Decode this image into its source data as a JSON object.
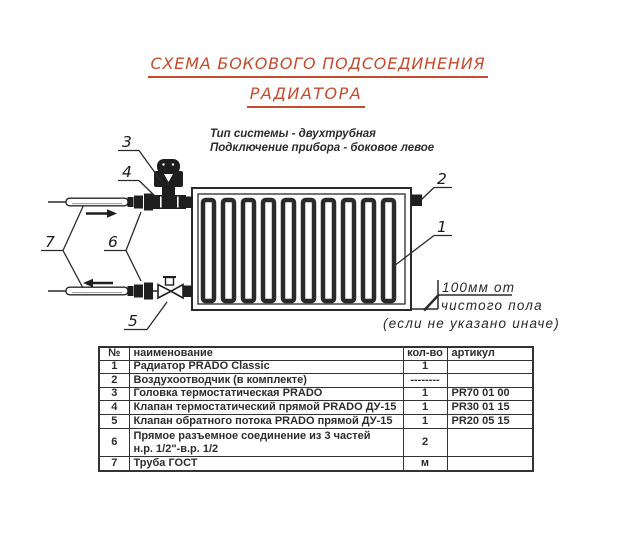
{
  "title": {
    "line1": "СХЕМА БОКОВОГО ПОДСОЕДИНЕНИЯ",
    "line2": "РАДИАТОРА",
    "color": "#c64a2c"
  },
  "subtitle": {
    "line1": "Тип системы - двухтрубная",
    "line2": "Подключение прибора - боковое левое"
  },
  "diagram": {
    "callouts": {
      "c1": "1",
      "c2": "2",
      "c3": "3",
      "c4": "4",
      "c5": "5",
      "c6": "6",
      "c7": "7"
    },
    "floor_note": {
      "line1": "100мм от",
      "line2": "чистого пола",
      "line3": "(если не указано иначе)"
    }
  },
  "table": {
    "headers": {
      "num": "№",
      "name": "наименование",
      "qty": "кол-во",
      "article": "артикул"
    },
    "rows": [
      {
        "num": "1",
        "name": "Радиатор PRADO Classic",
        "qty": "1",
        "article": ""
      },
      {
        "num": "2",
        "name": "Воздухоотводчик (в комплекте)",
        "qty": "--------",
        "article": ""
      },
      {
        "num": "3",
        "name": "Головка термостатическая PRADO",
        "qty": "1",
        "article": "PR70 01 00"
      },
      {
        "num": "4",
        "name": "Клапан термостатический прямой PRADO ДУ-15",
        "qty": "1",
        "article": "PR30 01 15"
      },
      {
        "num": "5",
        "name": "Клапан обратного потока PRADO прямой ДУ-15",
        "qty": "1",
        "article": "PR20 05 15"
      },
      {
        "num": "6",
        "name": "Прямое разъемное соединение из 3 частей\nн.р. 1/2\"-в.р. 1/2",
        "qty": "2",
        "article": ""
      },
      {
        "num": "7",
        "name": "Труба ГОСТ",
        "qty": "м",
        "article": ""
      }
    ]
  }
}
